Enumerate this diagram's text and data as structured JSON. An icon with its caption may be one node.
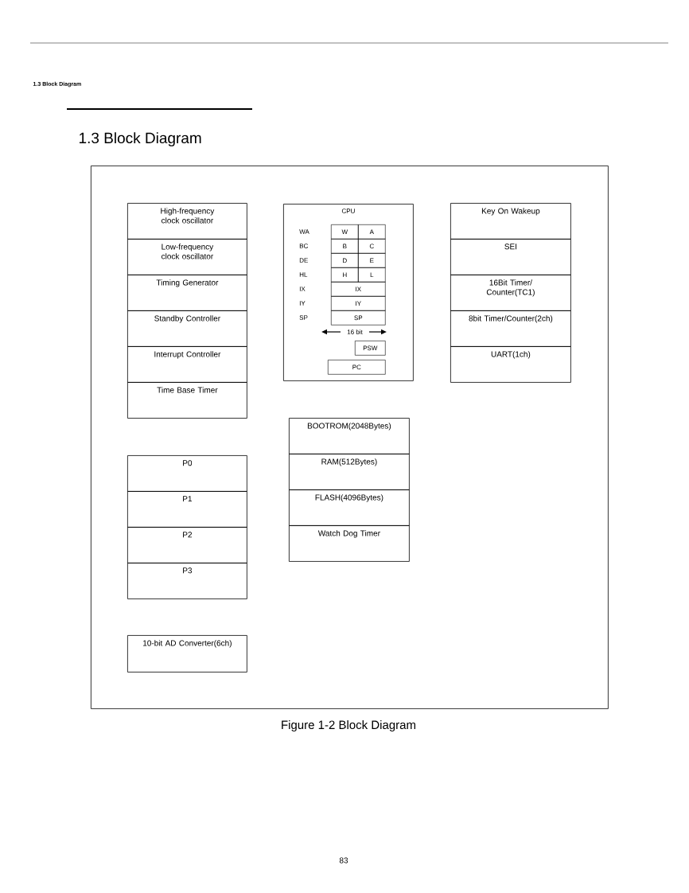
{
  "diagram": {
    "title": "1.3 Block Diagram",
    "caption": "Figure 1-2 Block Diagram",
    "nodes": [
      {
        "text": [],
        "shape": "box"
      },
      {
        "text": [
          "High-frequency clock oscillator"
        ],
        "in": 0
      },
      {
        "text": [
          "Low-frequency clock oscillator"
        ],
        "in": 0
      },
      {
        "text": [
          "Timing Generator"
        ],
        "in": 0
      },
      {
        "text": [
          "Standby Controller"
        ],
        "in": 0
      },
      {
        "text": [
          "Interrupt Controller"
        ],
        "in": 0
      },
      {
        "text": [
          "Time Base Timer"
        ],
        "in": 0
      },
      {
        "text": [
          "CPU"
        ],
        "in": 0
      },
      {
        "text": [
          "W"
        ],
        "in": 7
      },
      {
        "text": [
          "A"
        ],
        "in": 7
      },
      {
        "text": [
          "B"
        ],
        "in": 7
      },
      {
        "text": [
          "C"
        ],
        "in": 7
      },
      {
        "text": [
          "D"
        ],
        "in": 7
      },
      {
        "text": [
          "E"
        ],
        "in": 7
      },
      {
        "text": [
          "H"
        ],
        "in": 7
      },
      {
        "text": [
          "L"
        ],
        "in": 7
      },
      {
        "text": [
          "IX"
        ],
        "in": 7
      },
      {
        "text": [
          "IY"
        ],
        "in": 7
      },
      {
        "text": [
          "SP"
        ],
        "in": 7
      },
      {
        "text": [
          "PSW"
        ],
        "in": 7
      },
      {
        "text": [
          "PC"
        ],
        "in": 7
      },
      {
        "text": [
          "Key On Wakeup"
        ],
        "in": 0
      },
      {
        "text": [
          "SEI"
        ],
        "in": 0
      },
      {
        "text": [
          "16Bit Timer/ Counter(TC1)"
        ],
        "in": 0
      },
      {
        "text": [
          "8bit Timer/Counter(2ch)"
        ],
        "in": 0
      },
      {
        "text": [
          "UART(1ch)"
        ],
        "in": 0
      },
      {
        "text": [
          "BOOTROM(2048Bytes)"
        ],
        "in": 0
      },
      {
        "text": [
          "RAM(512Bytes)"
        ],
        "in": 0
      },
      {
        "text": [
          "FLASH(4096Bytes)"
        ],
        "in": 0
      },
      {
        "text": [
          "Watch Dog Timer"
        ],
        "in": 0
      },
      {
        "text": [
          "P0"
        ],
        "in": 0
      },
      {
        "text": [
          "P1"
        ],
        "in": 0
      },
      {
        "text": [
          "P2"
        ],
        "in": 0
      },
      {
        "text": [
          "P3"
        ],
        "in": 0
      },
      {
        "text": [
          "10-bit AD Converter(6ch)"
        ],
        "in": 0
      }
    ],
    "edges": [],
    "labels": [
      "1.3 Block Diagram",
      "WA",
      "BC",
      "DE",
      "HL",
      "IX",
      "IY",
      "SP",
      "16 bit",
      "83"
    ]
  }
}
